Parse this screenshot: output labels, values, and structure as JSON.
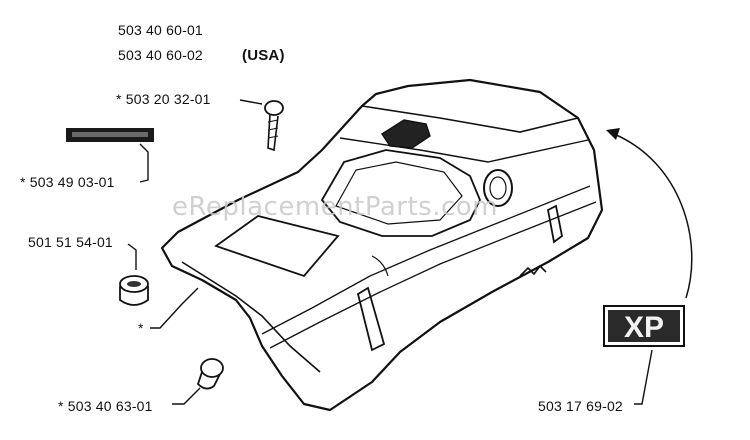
{
  "header": {
    "part_a": "503 40 60-01",
    "part_b": "503 40 60-02",
    "region": "(USA)"
  },
  "callouts": {
    "screw": "* 503 20 32-01",
    "decal": "* 503 49 03-01",
    "plug": "501 51 54-01",
    "cover_marker": "*",
    "grommet": "* 503 40 63-01",
    "xp_decal": "503 17 69-02"
  },
  "decal_badge": {
    "text": "XP"
  },
  "watermark": {
    "text": "eReplacementParts.com"
  },
  "colors": {
    "ink": "#111111",
    "watermark": "#c8c8c8",
    "background": "#ffffff"
  }
}
